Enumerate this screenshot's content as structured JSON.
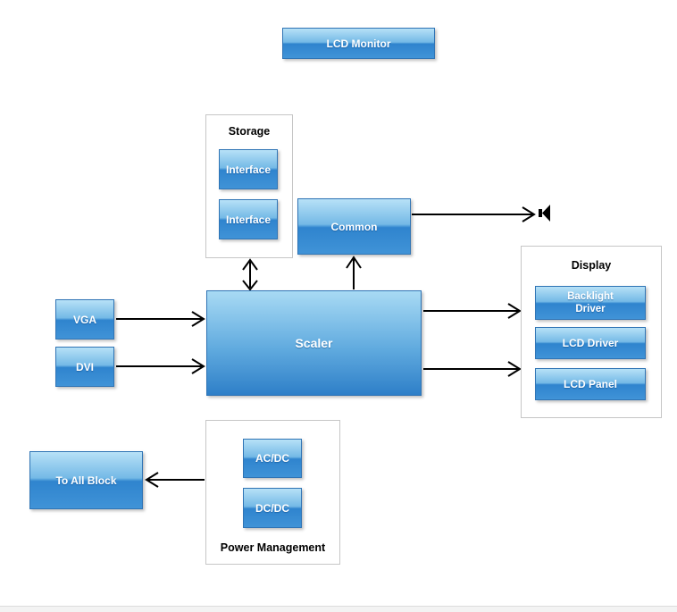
{
  "title_block": {
    "label": "LCD Monitor"
  },
  "nodes": {
    "common": {
      "label": "Common"
    },
    "scaler": {
      "label": "Scaler"
    },
    "vga": {
      "label": "VGA"
    },
    "dvi": {
      "label": "DVI"
    },
    "to_all_block": {
      "label": "To All Block"
    }
  },
  "groups": {
    "storage": {
      "title": "Storage",
      "blocks": [
        {
          "label": "Interface"
        },
        {
          "label": "Interface"
        }
      ]
    },
    "display": {
      "title": "Display",
      "blocks": [
        {
          "label": "Backlight Driver"
        },
        {
          "label": "LCD Driver"
        },
        {
          "label": "LCD Panel"
        }
      ]
    },
    "power": {
      "title": "Power Management",
      "blocks": [
        {
          "label": "AC/DC"
        },
        {
          "label": "DC/DC"
        }
      ]
    }
  },
  "icons": {
    "speaker": "speaker-icon"
  },
  "colors": {
    "node_border": "#2f74b5",
    "node_gradient_top": "#b7e1f7",
    "node_gradient_mid_light": "#74b9e6",
    "node_gradient_mid_dark": "#2f84ce",
    "node_gradient_bottom": "#4093d7",
    "group_border": "#c6c6c6",
    "arrow": "#000000",
    "text_on_node": "#ffffff",
    "group_title_text": "#000000",
    "bottom_bar": "#f3f3f3"
  },
  "connections": [
    {
      "from": "vga",
      "to": "scaler",
      "type": "arrow"
    },
    {
      "from": "dvi",
      "to": "scaler",
      "type": "arrow"
    },
    {
      "from": "storage",
      "to": "scaler",
      "type": "double-arrow"
    },
    {
      "from": "scaler",
      "to": "common",
      "type": "arrow"
    },
    {
      "from": "common",
      "to": "speaker",
      "type": "arrow"
    },
    {
      "from": "scaler",
      "to": "display-top",
      "type": "arrow"
    },
    {
      "from": "scaler",
      "to": "display-bottom",
      "type": "arrow"
    },
    {
      "from": "power",
      "to": "to_all_block",
      "type": "arrow"
    }
  ]
}
